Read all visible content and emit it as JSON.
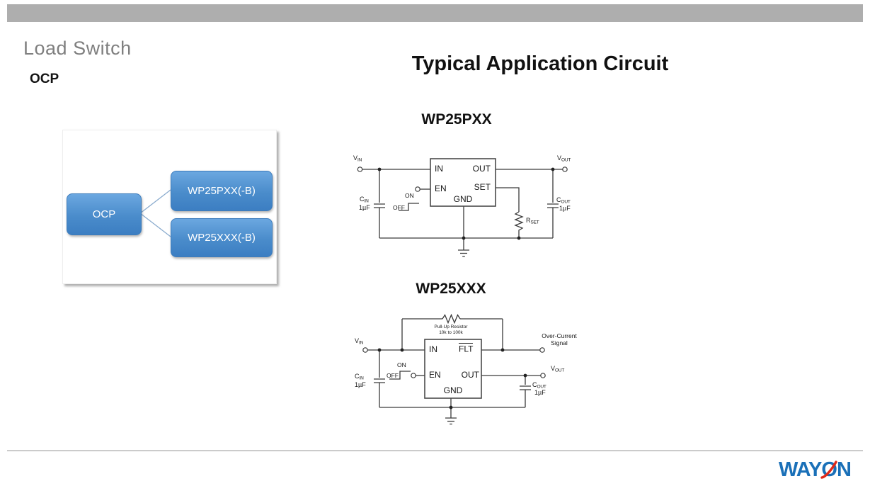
{
  "theme": {
    "bar_gray": "#aeaeae",
    "accent_blue": "#4a8ccb",
    "logo_blue": "#1a70b8",
    "logo_red": "#e02a1a"
  },
  "slide": {
    "header": {
      "title": "Load Switch",
      "subtitle": "OCP"
    },
    "main_title": "Typical Application Circuit"
  },
  "ocp_diagram": {
    "root_label": "OCP",
    "branch1_label": "WP25PXX(-B)",
    "branch2_label": "WP25XXX(-B)"
  },
  "circuit1": {
    "title": "WP25PXX",
    "terminals": {
      "vin_main": "V",
      "vin_sub": "IN",
      "vout_main": "V",
      "vout_sub": "OUT"
    },
    "components": {
      "cin_main": "C",
      "cin_sub": "IN",
      "cin_value": "1µF",
      "cout_main": "C",
      "cout_sub": "OUT",
      "cout_value": "1µF",
      "rset_main": "R",
      "rset_sub": "SET"
    },
    "switch": {
      "on": "ON",
      "off": "OFF"
    },
    "pins": {
      "in": "IN",
      "en": "EN",
      "gnd": "GND",
      "out": "OUT",
      "set": "SET"
    }
  },
  "circuit2": {
    "title": "WP25XXX",
    "terminals": {
      "vin_main": "V",
      "vin_sub": "IN",
      "vout_main": "V",
      "vout_sub": "OUT",
      "oc_line1": "Over-Current",
      "oc_line2": "Signal"
    },
    "components": {
      "cin_main": "C",
      "cin_sub": "IN",
      "cin_value": "1µF",
      "cout_main": "C",
      "cout_sub": "OUT",
      "cout_value": "1µF",
      "pullup_line1": "Pull-Up Resistor",
      "pullup_line2": "10k to 100k"
    },
    "switch": {
      "on": "ON",
      "off": "OFF"
    },
    "pins": {
      "in": "IN",
      "en": "EN",
      "gnd": "GND",
      "out": "OUT",
      "flt": "FLT"
    }
  },
  "footer": {
    "logo_way": "WAY",
    "logo_o": "O",
    "logo_n": "N"
  }
}
